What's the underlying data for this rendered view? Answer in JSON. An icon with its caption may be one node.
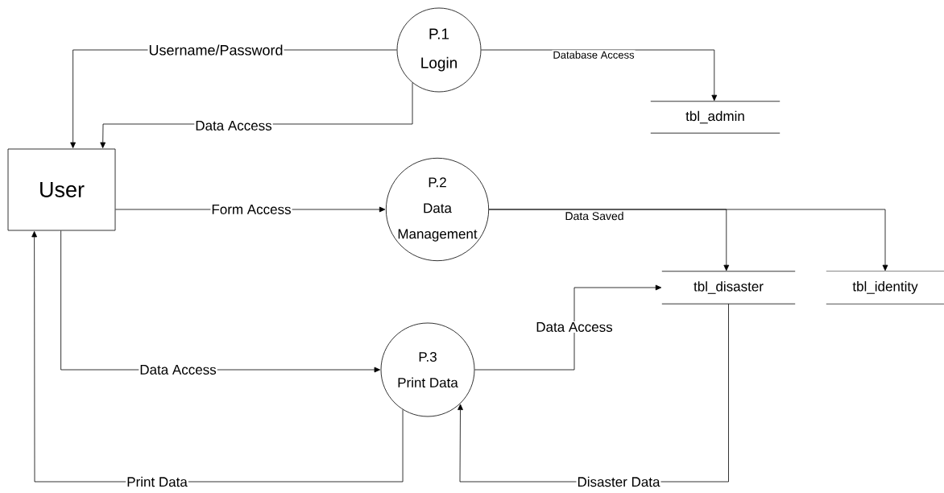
{
  "diagram": {
    "nodes": [
      {
        "text": [
          "User"
        ]
      },
      {
        "text": [
          "P.1",
          "Login"
        ]
      },
      {
        "text": [
          "P.2",
          "Data Management"
        ]
      },
      {
        "text": [
          "P.3",
          "Print Data"
        ]
      },
      {
        "text": [
          "tbl_admin"
        ]
      },
      {
        "text": [
          "tbl_disaster"
        ]
      },
      {
        "text": [
          "tbl_identity"
        ]
      }
    ],
    "edges": [
      {
        "from": 1,
        "to": 0,
        "arrow": "to",
        "label": "Username/Password"
      },
      {
        "from": 1,
        "to": 0,
        "arrow": "to",
        "label": "Data Access"
      },
      {
        "from": 1,
        "to": 4,
        "arrow": "to",
        "label": "Database Access"
      },
      {
        "from": 0,
        "to": 2,
        "arrow": "to",
        "label": "Form Access"
      },
      {
        "from": 2,
        "to": 5,
        "arrow": "to",
        "label": "Data Saved"
      },
      {
        "from": 2,
        "to": 6,
        "arrow": "to"
      },
      {
        "from": 0,
        "to": 3,
        "arrow": "to",
        "label": "Data Access"
      },
      {
        "from": 3,
        "to": 5,
        "arrow": "to",
        "label": "Data Access"
      },
      {
        "from": 3,
        "to": 0,
        "arrow": "to",
        "label": "Print Data"
      },
      {
        "from": 5,
        "to": 3,
        "arrow": "to",
        "label": "Disaster Data"
      }
    ]
  }
}
